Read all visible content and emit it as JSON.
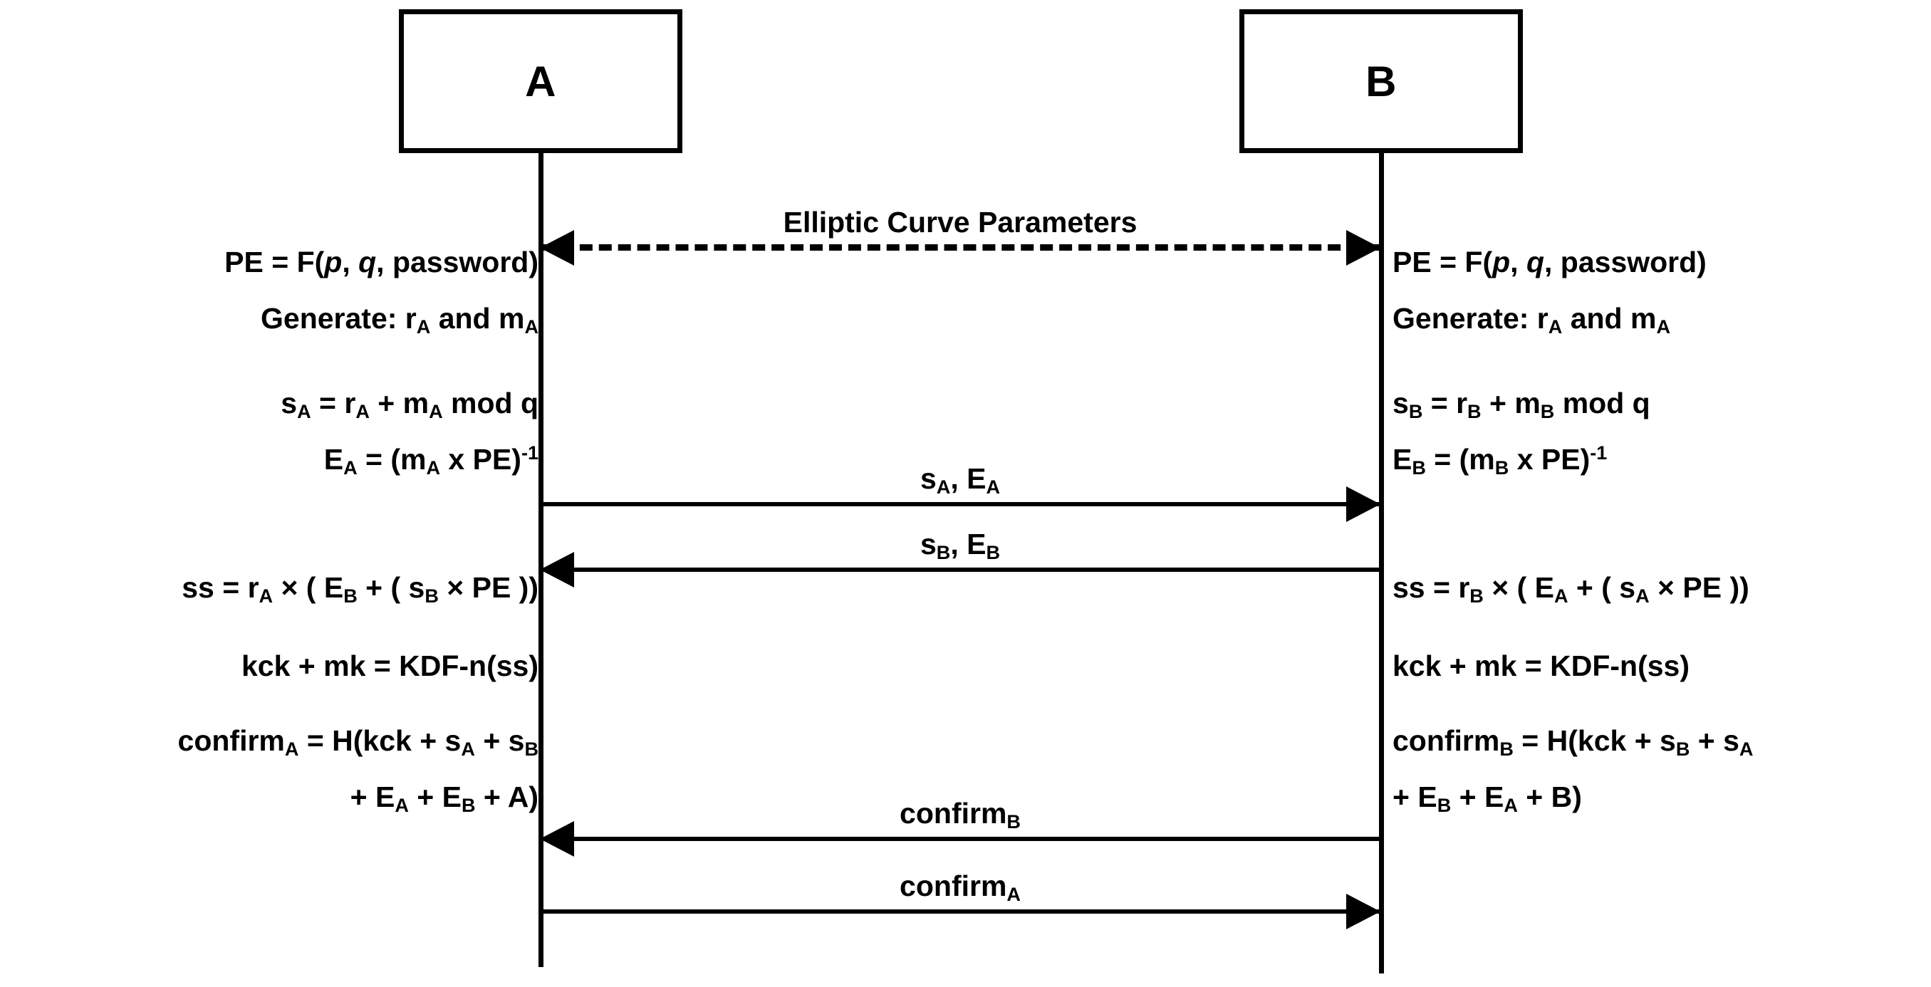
{
  "diagram": {
    "type": "sequence-diagram",
    "title": "Elliptic Curve password authenticated key exchange (Dragonfly/SAE style) sequence diagram",
    "background_color": "#ffffff",
    "line_color": "#000000"
  },
  "actors": [
    {
      "id": "A",
      "label": "A"
    },
    {
      "id": "B",
      "label": "B"
    }
  ],
  "messages": [
    {
      "id": "ec-params",
      "label": "Elliptic Curve Parameters",
      "style": "dashed",
      "direction": "bidirectional"
    },
    {
      "id": "sa-ea",
      "label_parts": [
        {
          "text": "s"
        },
        {
          "text": "A",
          "kind": "sub"
        },
        {
          "text": ", E"
        },
        {
          "text": "A",
          "kind": "sub"
        }
      ],
      "label_plain": "sA, EA",
      "style": "solid",
      "direction": "a-to-b"
    },
    {
      "id": "sb-eb",
      "label_parts": [
        {
          "text": "s"
        },
        {
          "text": "B",
          "kind": "sub"
        },
        {
          "text": ", E"
        },
        {
          "text": "B",
          "kind": "sub"
        }
      ],
      "label_plain": "sB, EB",
      "style": "solid",
      "direction": "b-to-a"
    },
    {
      "id": "confirm-b",
      "label_parts": [
        {
          "text": "confirm"
        },
        {
          "text": "B",
          "kind": "sub"
        }
      ],
      "label_plain": "confirmB",
      "style": "solid",
      "direction": "b-to-a"
    },
    {
      "id": "confirm-a",
      "label_parts": [
        {
          "text": "confirm"
        },
        {
          "text": "A",
          "kind": "sub"
        }
      ],
      "label_plain": "confirmA",
      "style": "solid",
      "direction": "a-to-b"
    }
  ],
  "notes_a": [
    {
      "id": "a1",
      "lines": [
        {
          "plain": "PE = F(p, q, password)"
        },
        {
          "plain": "Generate: rA and mA"
        }
      ]
    },
    {
      "id": "a2",
      "lines": [
        {
          "plain": "sA = rA + mA mod q"
        },
        {
          "plain": "EA = (mA x PE)-1"
        }
      ]
    },
    {
      "id": "a3",
      "lines": [
        {
          "plain": "ss = rA × ( EB + ( sB × PE ))"
        }
      ]
    },
    {
      "id": "a4",
      "lines": [
        {
          "plain": "kck + mk = KDF-n(ss)"
        }
      ]
    },
    {
      "id": "a5",
      "lines": [
        {
          "plain": "confirmA = H(kck + sA + sB"
        },
        {
          "plain": "+ EA + EB + A)"
        }
      ]
    }
  ],
  "notes_b": [
    {
      "id": "b1",
      "lines": [
        {
          "plain": "PE = F(p, q, password)"
        },
        {
          "plain": "Generate: rA and mA"
        }
      ]
    },
    {
      "id": "b2",
      "lines": [
        {
          "plain": "sB = rB + mB mod q"
        },
        {
          "plain": "EB = (mB x PE)-1"
        }
      ]
    },
    {
      "id": "b3",
      "lines": [
        {
          "plain": "ss = rB × ( EA + ( sA × PE ))"
        }
      ]
    },
    {
      "id": "b4",
      "lines": [
        {
          "plain": "kck + mk = KDF-n(ss)"
        }
      ]
    },
    {
      "id": "b5",
      "lines": [
        {
          "plain": "confirmB = H(kck + sB + sA"
        },
        {
          "plain": "+ EB + EA + B)"
        }
      ]
    }
  ]
}
